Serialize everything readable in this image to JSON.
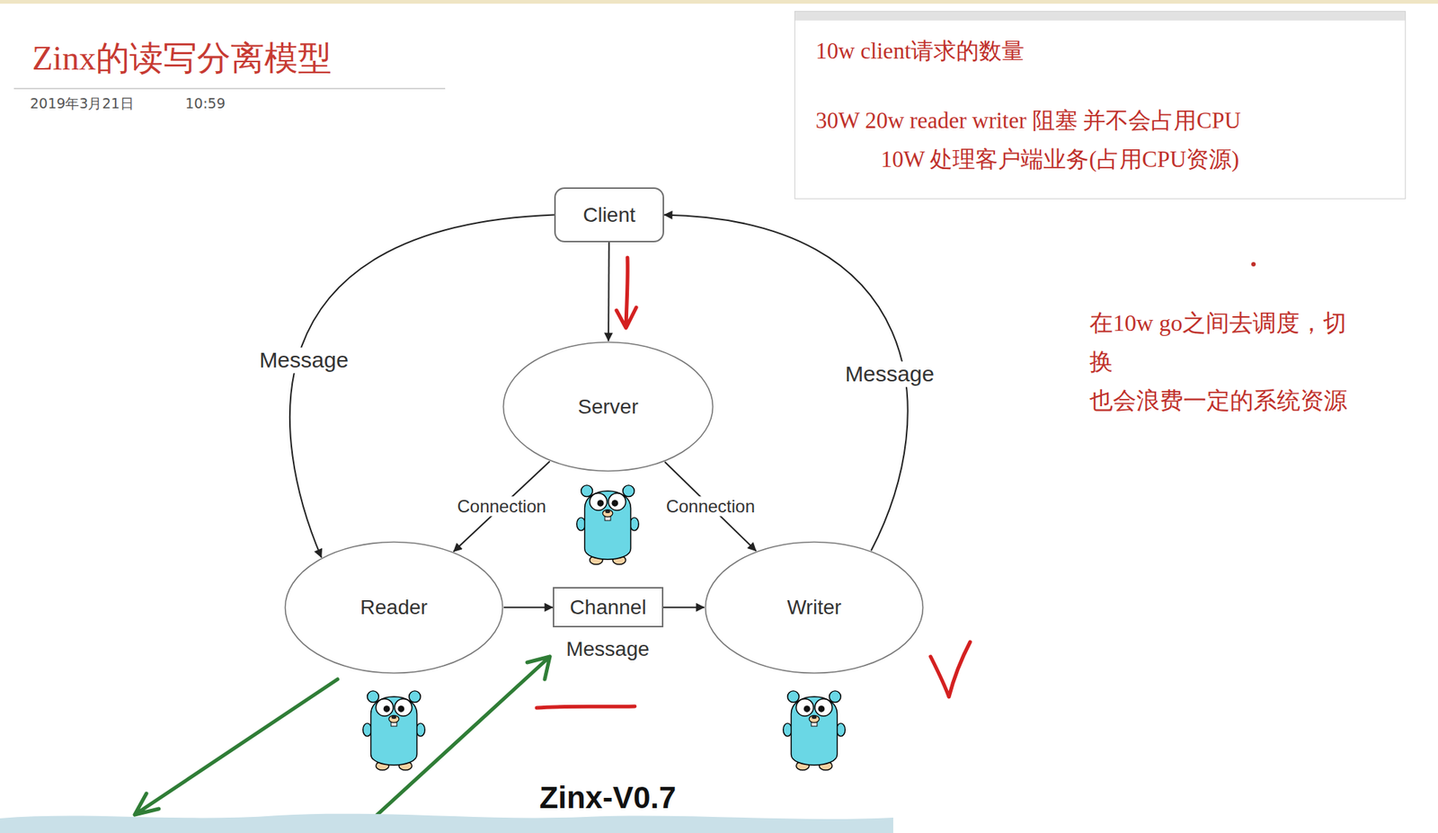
{
  "diagram": {
    "title": "Zinx的读写分离模型",
    "nodes": [
      {
        "text": [
          "Client"
        ]
      },
      {
        "text": [
          "Server"
        ]
      },
      {
        "text": [
          "Reader"
        ]
      },
      {
        "text": [
          "Channel"
        ]
      },
      {
        "text": [
          "Writer"
        ]
      },
      {
        "text": [
          "10w client请求的数量",
          "30W 20w reader writer 阻塞 并不会占用CPU",
          "10W 处理客户端业务(占用CPU资源)"
        ]
      }
    ],
    "edges": [
      {
        "from": 0,
        "to": 1,
        "arrow": "to"
      },
      {
        "from": 1,
        "to": 2,
        "label": "Connection",
        "arrow": "to"
      },
      {
        "from": 1,
        "to": 4,
        "label": "Connection",
        "arrow": "to"
      },
      {
        "from": 0,
        "to": 2,
        "label": "Message",
        "arrow": "to"
      },
      {
        "from": 4,
        "to": 0,
        "label": "Message",
        "arrow": "to"
      },
      {
        "from": 2,
        "to": 3,
        "arrow": "to"
      },
      {
        "from": 3,
        "to": 4,
        "arrow": "to"
      }
    ],
    "labels": [
      "2019年3月21日",
      "10:59",
      "在10w go之间去调度，切换",
      "也会浪费一定的系统资源",
      "Message",
      "Zinx-V0.7"
    ]
  }
}
